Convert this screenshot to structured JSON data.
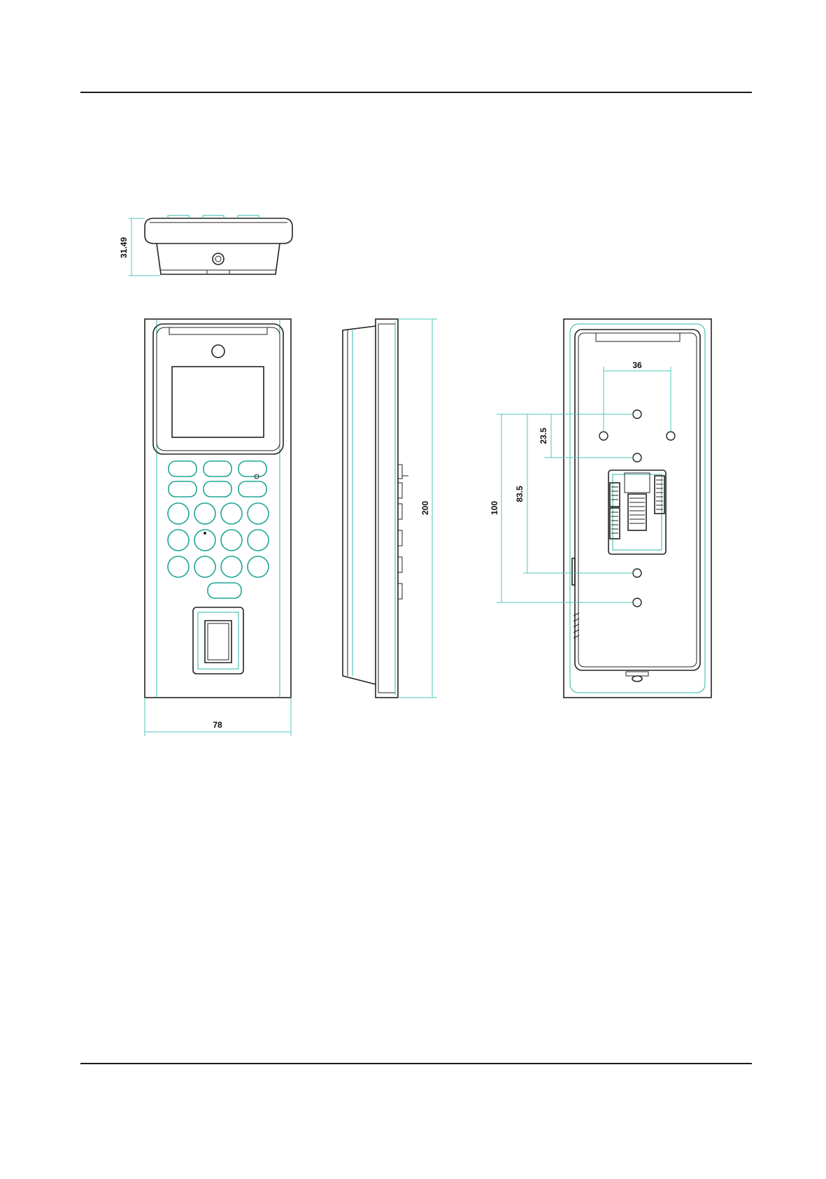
{
  "dimensions": {
    "depth": "31.49",
    "width": "78",
    "height": "200",
    "hole_spacing_horizontal": "36",
    "hole_spacing_small": "23.5",
    "hole_spacing_mid": "83.5",
    "hole_spacing_large": "100"
  },
  "colors": {
    "outline": "#222222",
    "detail": "#2bb7a8",
    "rule": "#1a1a1a"
  }
}
